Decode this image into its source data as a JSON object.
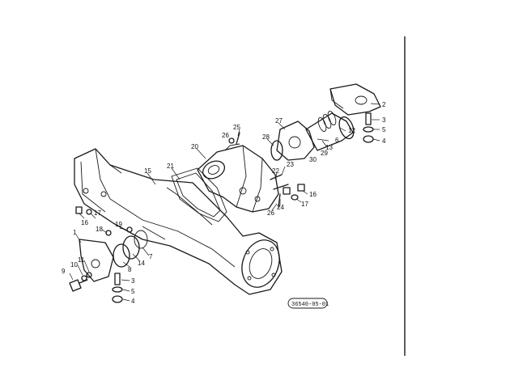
{
  "drawing_ref": "36540-05-01",
  "callouts": [
    {
      "id": "c1",
      "label": "1"
    },
    {
      "id": "c2",
      "label": "2"
    },
    {
      "id": "c3a",
      "label": "3"
    },
    {
      "id": "c3b",
      "label": "3"
    },
    {
      "id": "c4a",
      "label": "4"
    },
    {
      "id": "c4b",
      "label": "4"
    },
    {
      "id": "c5a",
      "label": "5"
    },
    {
      "id": "c5b",
      "label": "5"
    },
    {
      "id": "c6",
      "label": "6"
    },
    {
      "id": "c7",
      "label": "7"
    },
    {
      "id": "c8",
      "label": "8"
    },
    {
      "id": "c9",
      "label": "9"
    },
    {
      "id": "c10",
      "label": "10"
    },
    {
      "id": "c11",
      "label": "11"
    },
    {
      "id": "c12",
      "label": "12"
    },
    {
      "id": "c13",
      "label": "13"
    },
    {
      "id": "c14",
      "label": "14"
    },
    {
      "id": "c15",
      "label": "15"
    },
    {
      "id": "c16a",
      "label": "16"
    },
    {
      "id": "c16b",
      "label": "16"
    },
    {
      "id": "c17a",
      "label": "17"
    },
    {
      "id": "c17b",
      "label": "17"
    },
    {
      "id": "c18",
      "label": "18"
    },
    {
      "id": "c19",
      "label": "19"
    },
    {
      "id": "c20",
      "label": "20"
    },
    {
      "id": "c21",
      "label": "21"
    },
    {
      "id": "c22",
      "label": "22"
    },
    {
      "id": "c23",
      "label": "23"
    },
    {
      "id": "c24",
      "label": "24"
    },
    {
      "id": "c25",
      "label": "25"
    },
    {
      "id": "c26a",
      "label": "26"
    },
    {
      "id": "c26b",
      "label": "26"
    },
    {
      "id": "c27",
      "label": "27"
    },
    {
      "id": "c28",
      "label": "28"
    },
    {
      "id": "c29",
      "label": "29"
    },
    {
      "id": "c30",
      "label": "30"
    }
  ]
}
